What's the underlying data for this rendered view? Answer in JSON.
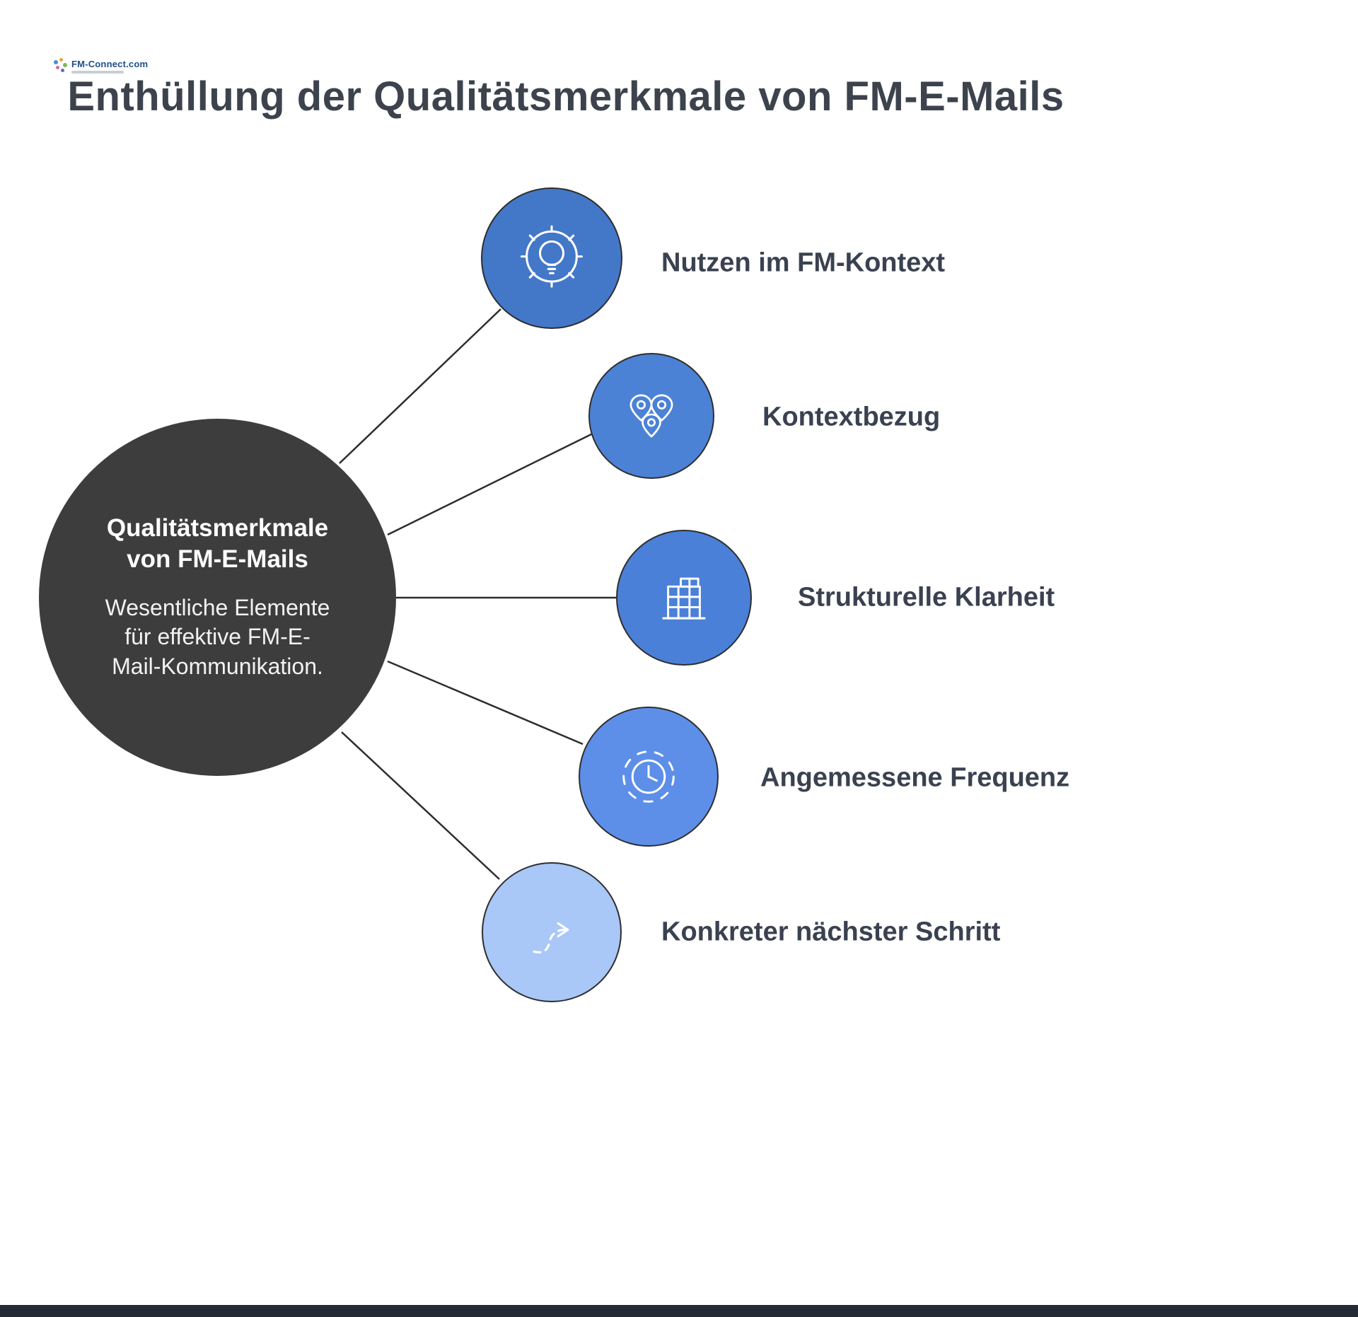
{
  "title": "Enthüllung der Qualitätsmerkmale von FM-E-Mails",
  "logo": {
    "text": "FM-Connect.com"
  },
  "center": {
    "title": "Qualitätsmerkmale von FM-E-Mails",
    "subtitle": "Wesentliche Elemente für effektive FM-E-Mail-Kommunikation.",
    "bg": "#3d3d3d"
  },
  "nodes": [
    {
      "label": "Nutzen im FM-Kontext",
      "icon": "gear-lightbulb-icon",
      "color": "#4377c8"
    },
    {
      "label": "Kontextbezug",
      "icon": "map-pins-icon",
      "color": "#4b82d6"
    },
    {
      "label": "Strukturelle Klarheit",
      "icon": "building-icon",
      "color": "#4a80d8"
    },
    {
      "label": "Angemessene Frequenz",
      "icon": "clock-icon",
      "color": "#5d8fe8"
    },
    {
      "label": "Konkreter nächster Schritt",
      "icon": "dashed-arrow-icon",
      "color": "#a9c7f7"
    }
  ],
  "colors": {
    "line": "#2d2d2d",
    "label_text": "#3a4150",
    "title_text": "#3d434d",
    "footer": "#242b34"
  }
}
